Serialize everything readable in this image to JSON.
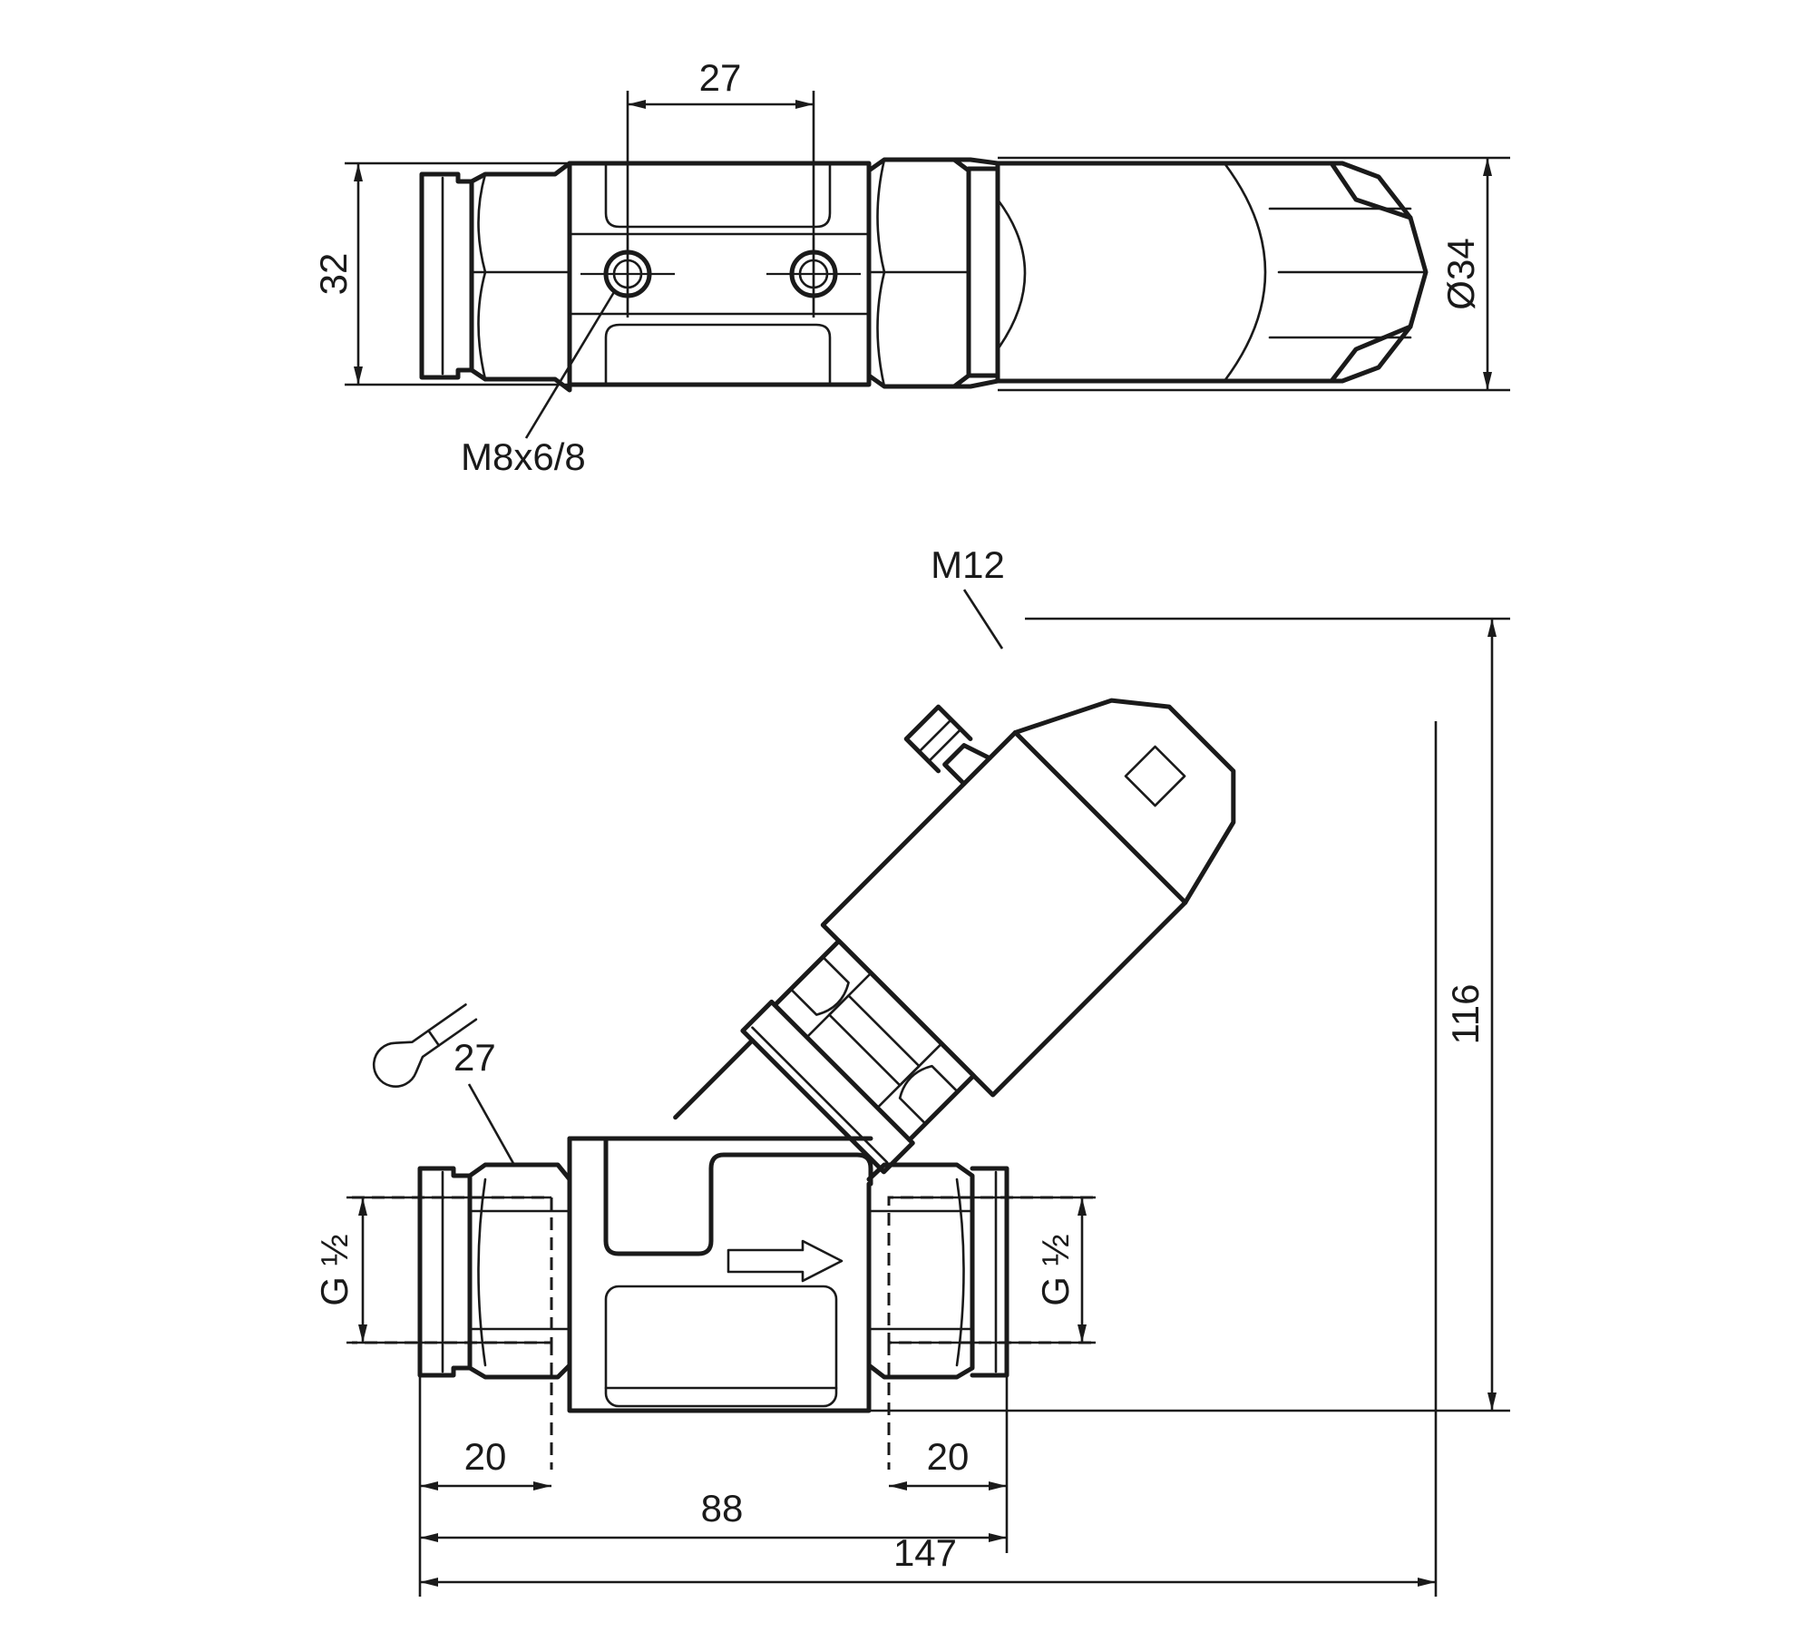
{
  "labels": {
    "top_width": "27",
    "top_height": "32",
    "top_diameter": "Ø34",
    "top_thread": "M8x6/8",
    "connector": "M12",
    "wrench": "27",
    "thread_left": "G ½",
    "thread_right": "G ½",
    "depth_left": "20",
    "depth_right": "20",
    "length_body": "88",
    "length_total": "147",
    "height_total": "116"
  },
  "icons": [
    "wrench-icon",
    "flow-arrow-icon"
  ],
  "colors": {
    "line": "#1a1a1a",
    "background": "#ffffff"
  }
}
